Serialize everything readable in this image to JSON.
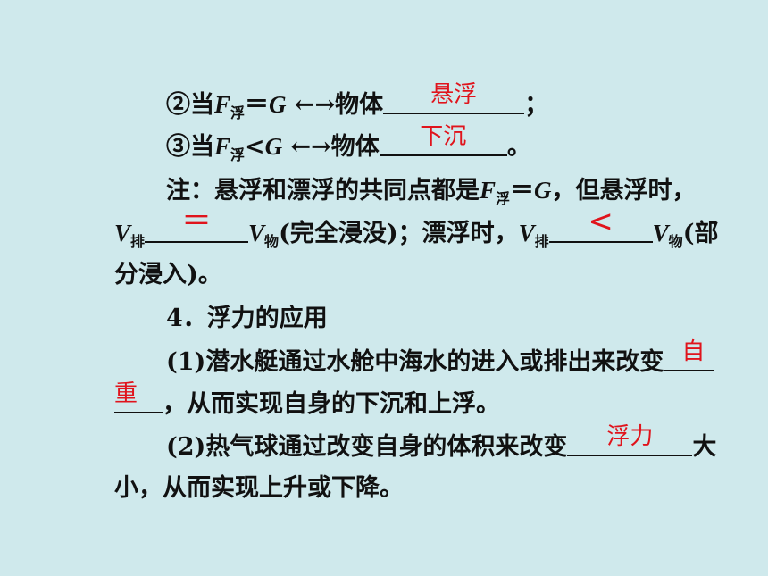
{
  "line1": {
    "prefix": "②当",
    "F": "F",
    "sub": "浮",
    "mid": "＝",
    "G": "G",
    "arrow": " ←→物体",
    "answer": "悬浮",
    "suffix": "；"
  },
  "line2": {
    "prefix": "③当",
    "F": "F",
    "sub": "浮",
    "mid": "<",
    "G": "G",
    "arrow": " ←→物体",
    "answer": "下沉",
    "suffix": "。"
  },
  "line3": {
    "prefix": "注：悬浮和漂浮的共同点都是",
    "F": "F",
    "sub": "浮",
    "mid": "＝",
    "G": "G",
    "suffix": "，但悬浮时，"
  },
  "line4": {
    "V1": "V",
    "sub1": "排",
    "answer1": "＝",
    "V2": "V",
    "sub2": "物",
    "mid": "(完全浸没)；漂浮时，",
    "V3": "V",
    "sub3": "排",
    "answer2": "<",
    "V4": "V",
    "sub4": "物",
    "suffix": "(部"
  },
  "line5": {
    "text": "分浸入)。"
  },
  "line6": {
    "text": "4．浮力的应用"
  },
  "line7": {
    "text": "(1)潜水艇通过水舱中海水的进入或排出来改变",
    "answer_part1": "自"
  },
  "line8": {
    "answer_part2": "重",
    "text": "，从而实现自身的下沉和上浮。"
  },
  "line9": {
    "text": "(2)热气球通过改变自身的体积来改变",
    "answer": "浮力",
    "suffix": "大"
  },
  "line10": {
    "text": "小，从而实现上升或下降。"
  },
  "colors": {
    "background": "#cfe9ec",
    "answer": "#e0141c",
    "text": "#111111"
  }
}
